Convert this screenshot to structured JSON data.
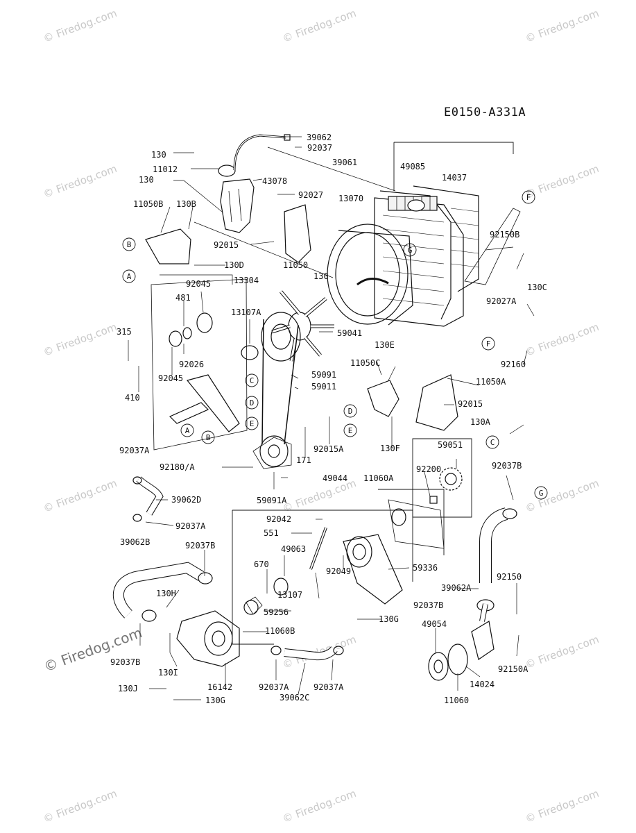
{
  "diagram_code": "E0150-A331A",
  "watermark": "© Firedog.com",
  "parts": [
    "39062",
    "92037",
    "130",
    "11012",
    "43078",
    "39061",
    "49085",
    "14037",
    "130",
    "92027",
    "13070",
    "11050B",
    "130B",
    "92015",
    "11050",
    "92150B",
    "130D",
    "130",
    "13304",
    "130C",
    "92045",
    "481",
    "13107A",
    "92027A",
    "315",
    "59041",
    "92026",
    "92045",
    "410",
    "130E",
    "92160",
    "11050C",
    "11050A",
    "59091",
    "59011",
    "92015",
    "130A",
    "92037A",
    "92180/A",
    "92015A",
    "171",
    "130F",
    "59051",
    "92200",
    "92037B",
    "49044",
    "11060A",
    "39062D",
    "59091A",
    "92037A",
    "92042",
    "551",
    "49063",
    "670",
    "92049",
    "59336",
    "39062A",
    "92150",
    "39062B",
    "92037B",
    "130H",
    "13107",
    "92037B",
    "59256",
    "130G",
    "49054",
    "11060B",
    "92037B",
    "130I",
    "92150A",
    "16142",
    "14024",
    "130J",
    "92037A",
    "92037A",
    "39062C",
    "130G",
    "11060"
  ],
  "refs": [
    "A",
    "B",
    "C",
    "D",
    "E",
    "F",
    "G"
  ]
}
